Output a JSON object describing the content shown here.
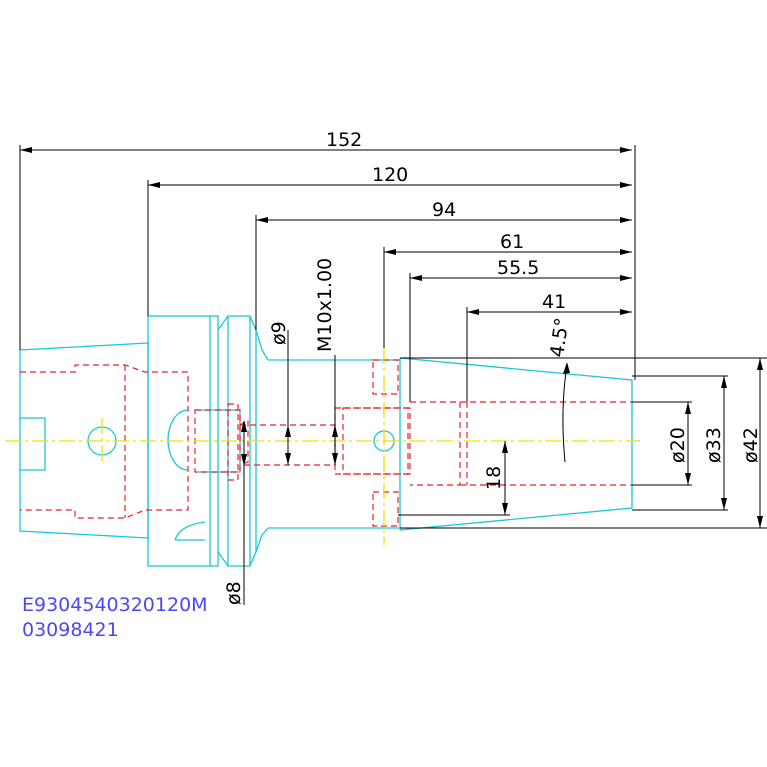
{
  "dimensions": {
    "overall_length": "152",
    "flange_to_end": "120",
    "groove_to_end": "94",
    "cross_hole_to_end": "61",
    "bore_to_end": "55.5",
    "taper_to_end": "41",
    "taper_angle": "4.5°",
    "thread": "M10x1.00",
    "dia_9": "ø9",
    "dia_8": "ø8",
    "dia_20": "ø20",
    "dia_33": "ø33",
    "dia_42": "ø42",
    "offset_18": "18"
  },
  "part_code": {
    "line1": "E9304540320120M",
    "line2": "03098421"
  },
  "colors": {
    "outline": "#19c8d6",
    "hidden_lines": "#e8232b",
    "centerline": "#f0e000",
    "dimensions": "#000000",
    "part_code_text": "#4a4af0"
  }
}
